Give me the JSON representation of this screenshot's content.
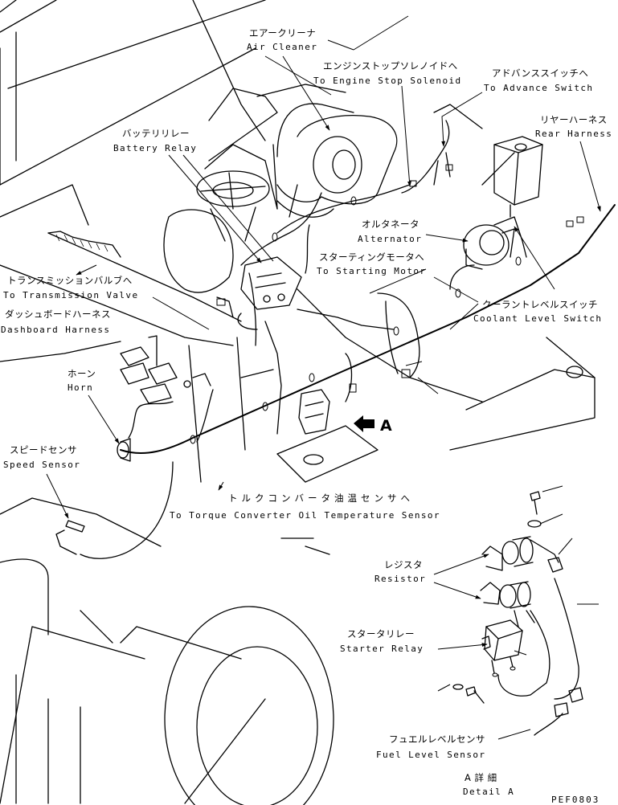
{
  "callouts": {
    "air_cleaner": {
      "jp": "エアークリーナ",
      "en": "Air Cleaner"
    },
    "engine_stop_solenoid": {
      "jp": "エンジンストップソレノイドへ",
      "en": "To Engine Stop Solenoid"
    },
    "advance_switch": {
      "jp": "アドバンススイッチへ",
      "en": "To Advance Switch"
    },
    "rear_harness": {
      "jp": "リヤーハーネス",
      "en": "Rear Harness"
    },
    "battery_relay": {
      "jp": "バッテリリレー",
      "en": "Battery Relay"
    },
    "alternator": {
      "jp": "オルタネータ",
      "en": "Alternator"
    },
    "starting_motor": {
      "jp": "スターティングモータへ",
      "en": "To Starting Motor"
    },
    "transmission_valve": {
      "jp": "トランスミッションバルブへ",
      "en": "To Transmission Valve"
    },
    "dashboard_harness": {
      "jp": "ダッシュボードハーネス",
      "en": "Dashboard Harness"
    },
    "coolant_level_switch": {
      "jp": "クーラントレベルスイッチ",
      "en": "Coolant Level Switch"
    },
    "horn": {
      "jp": "ホーン",
      "en": "Horn"
    },
    "speed_sensor": {
      "jp": "スピードセンサ",
      "en": "Speed Sensor"
    },
    "torque_converter_sensor": {
      "jp": "トルクコンバータ油温センサへ",
      "en": "To Torque Converter Oil Temperature Sensor"
    },
    "resistor": {
      "jp": "レジスタ",
      "en": "Resistor"
    },
    "starter_relay": {
      "jp": "スタータリレー",
      "en": "Starter Relay"
    },
    "fuel_level_sensor": {
      "jp": "フュエルレベルセンサ",
      "en": "Fuel Level Sensor"
    },
    "detail_a": {
      "jp": "A 詳 細",
      "en": "Detail A"
    }
  },
  "view_marker": "A",
  "drawing_code": "PEF0803"
}
